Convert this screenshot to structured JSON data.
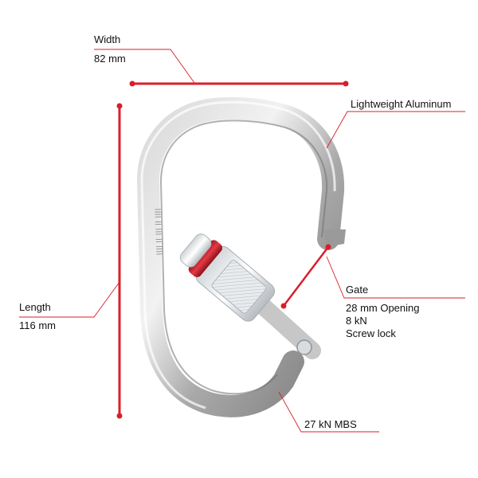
{
  "annotations": {
    "width": {
      "label": "Width",
      "value": "82 mm"
    },
    "length": {
      "label": "Length",
      "value": "116 mm"
    },
    "material": {
      "label": "Lightweight Aluminum"
    },
    "gate": {
      "label": "Gate",
      "opening": "28 mm Opening",
      "strength": "8 kN",
      "lock": "Screw lock"
    },
    "mbs": {
      "label": "27 kN MBS"
    }
  },
  "colors": {
    "accent": "#d81f2a",
    "metal_light": "#e6e6e6",
    "metal_dark": "#8c8c8c",
    "lock_red": "#c81e2b"
  }
}
